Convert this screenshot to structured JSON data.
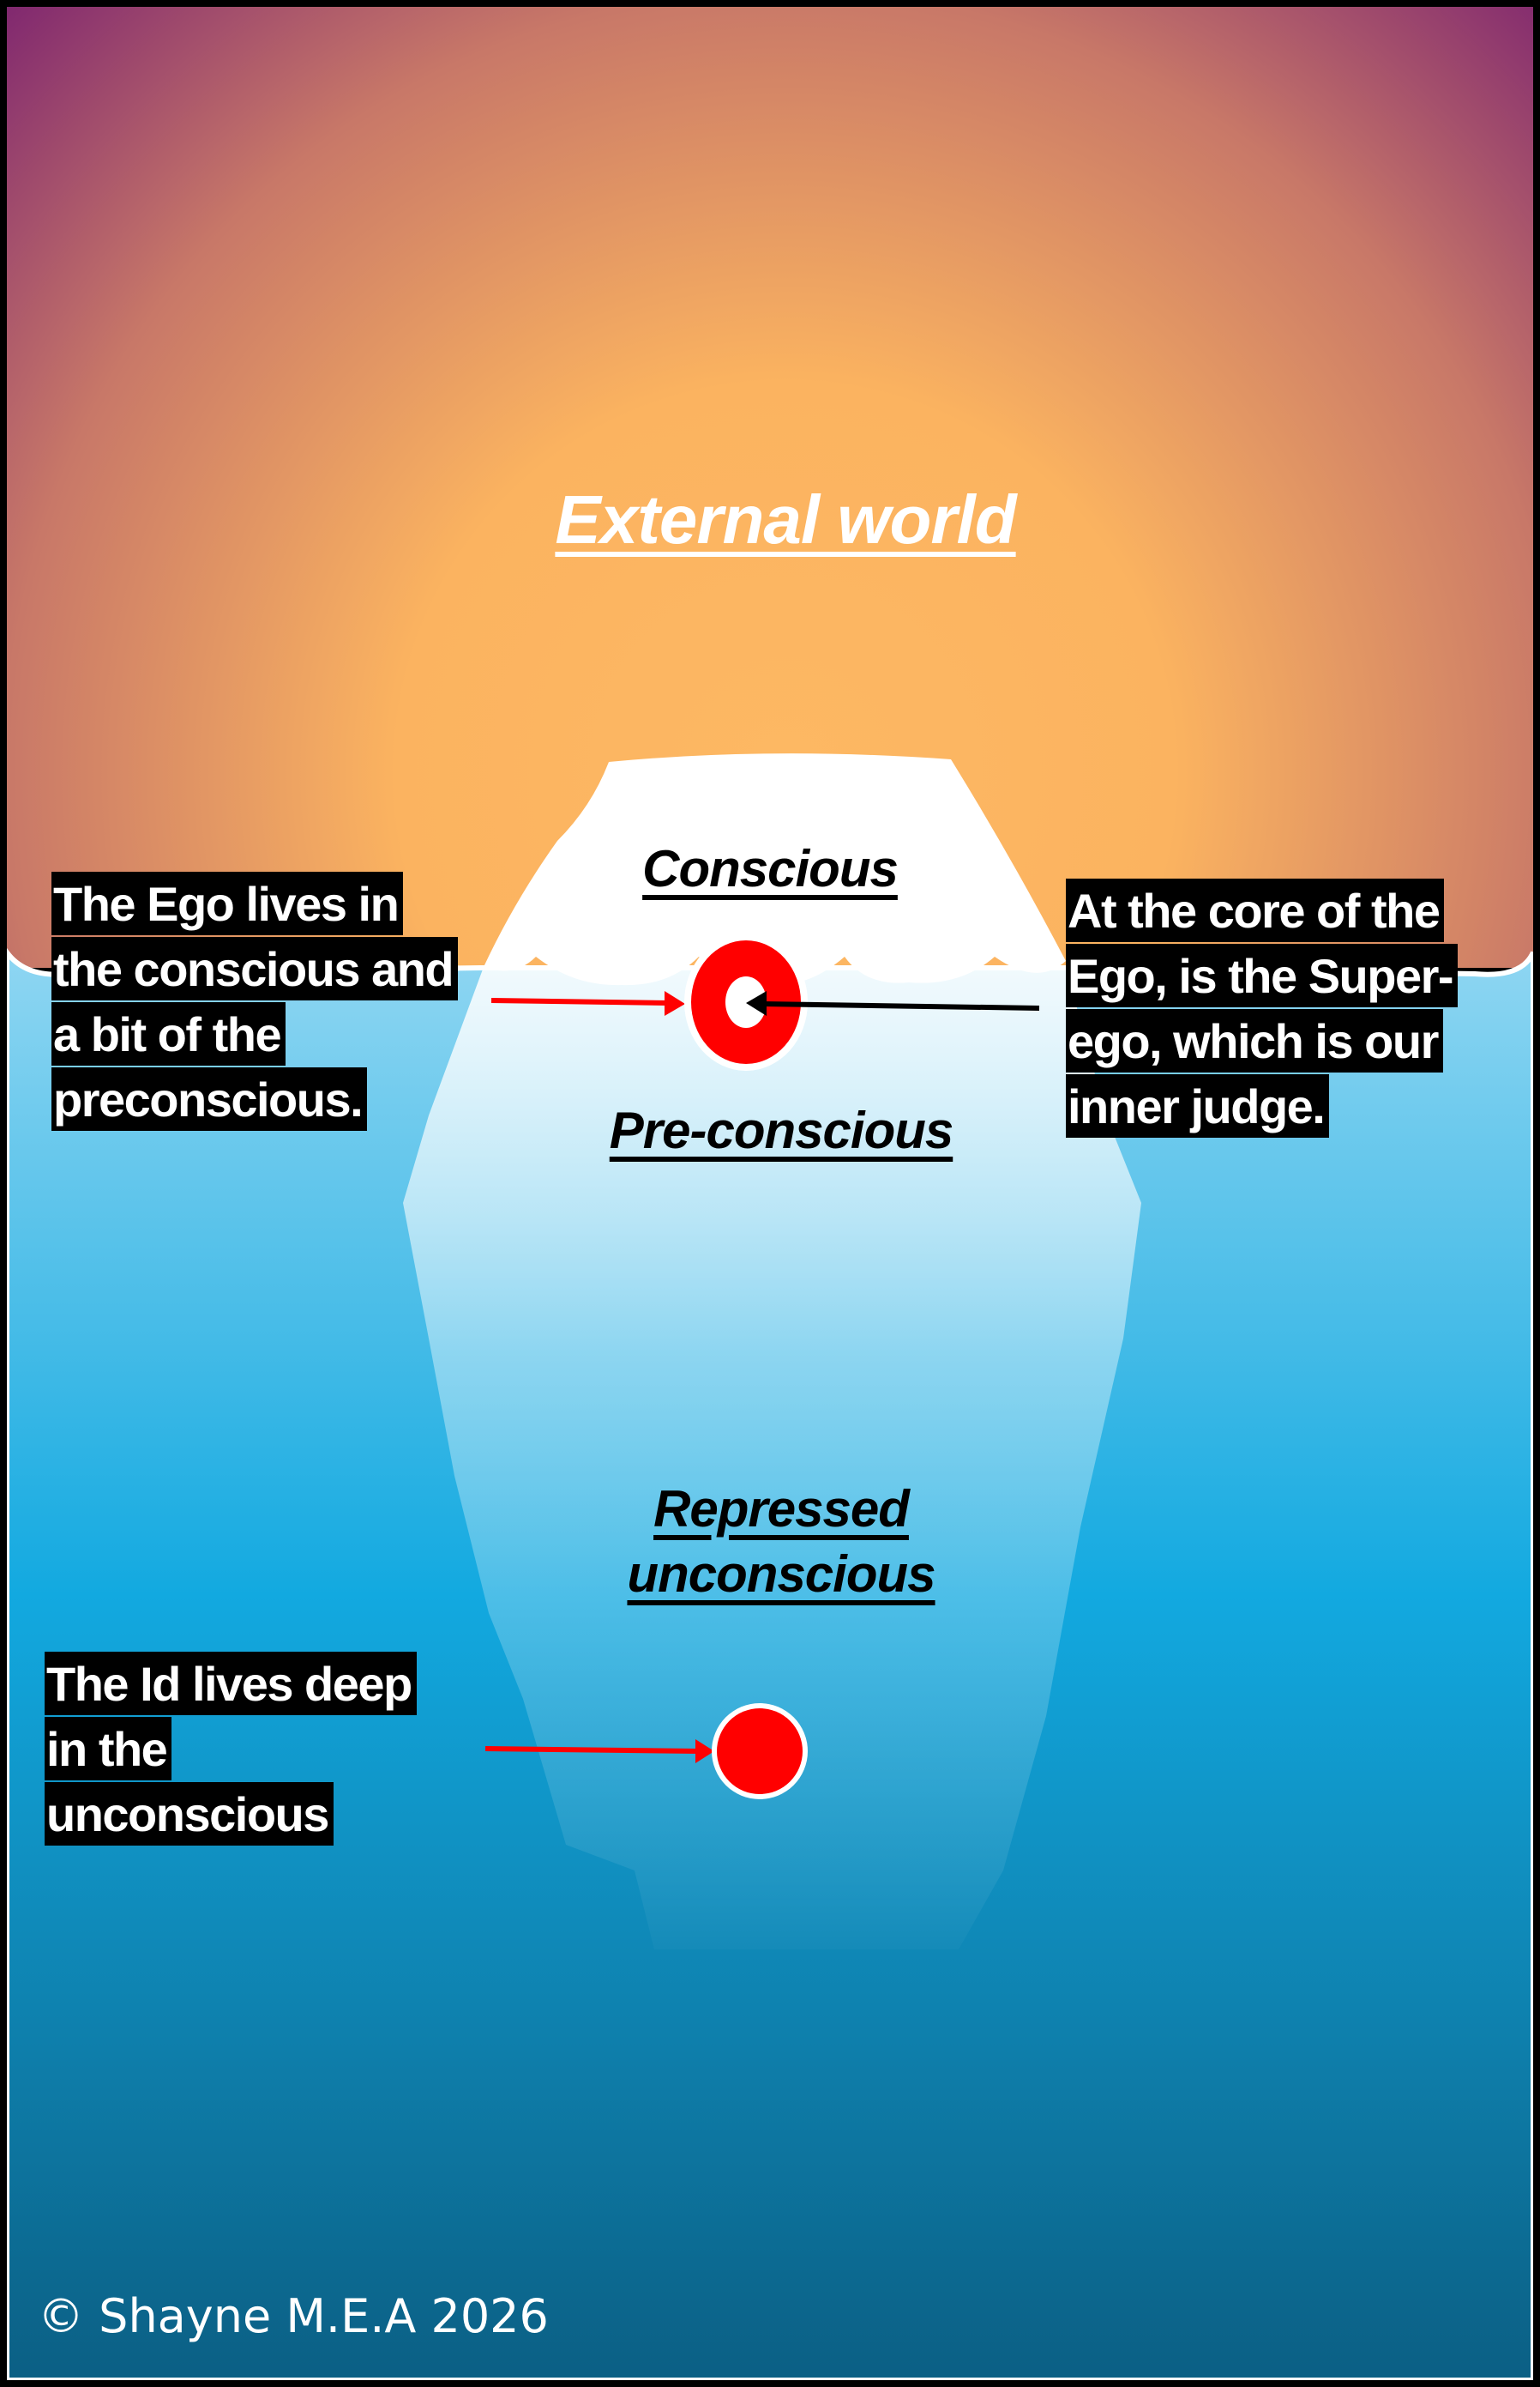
{
  "titles": {
    "external_world": "External world",
    "conscious": "Conscious",
    "preconscious": "Pre-conscious",
    "repressed_unconscious_line1": "Repressed",
    "repressed_unconscious_line2": "unconscious"
  },
  "labels": {
    "ego": [
      "The Ego lives in",
      "the conscious and",
      "a bit of the",
      "preconscious."
    ],
    "superego": [
      "At the core of the",
      "Ego, is the Super-",
      "ego, which is our",
      "inner judge."
    ],
    "id": [
      "The Id lives deep",
      "in the",
      "unconscious"
    ]
  },
  "copyright": "© Shayne M.E.A 2026",
  "colors": {
    "sky_center": "#fdb863",
    "sky_edge": "#7b2270",
    "water_top": "#8fd6f2",
    "water_mid": "#12a9e0",
    "water_bottom": "#0b5f84",
    "marker_red": "#ff0000"
  }
}
